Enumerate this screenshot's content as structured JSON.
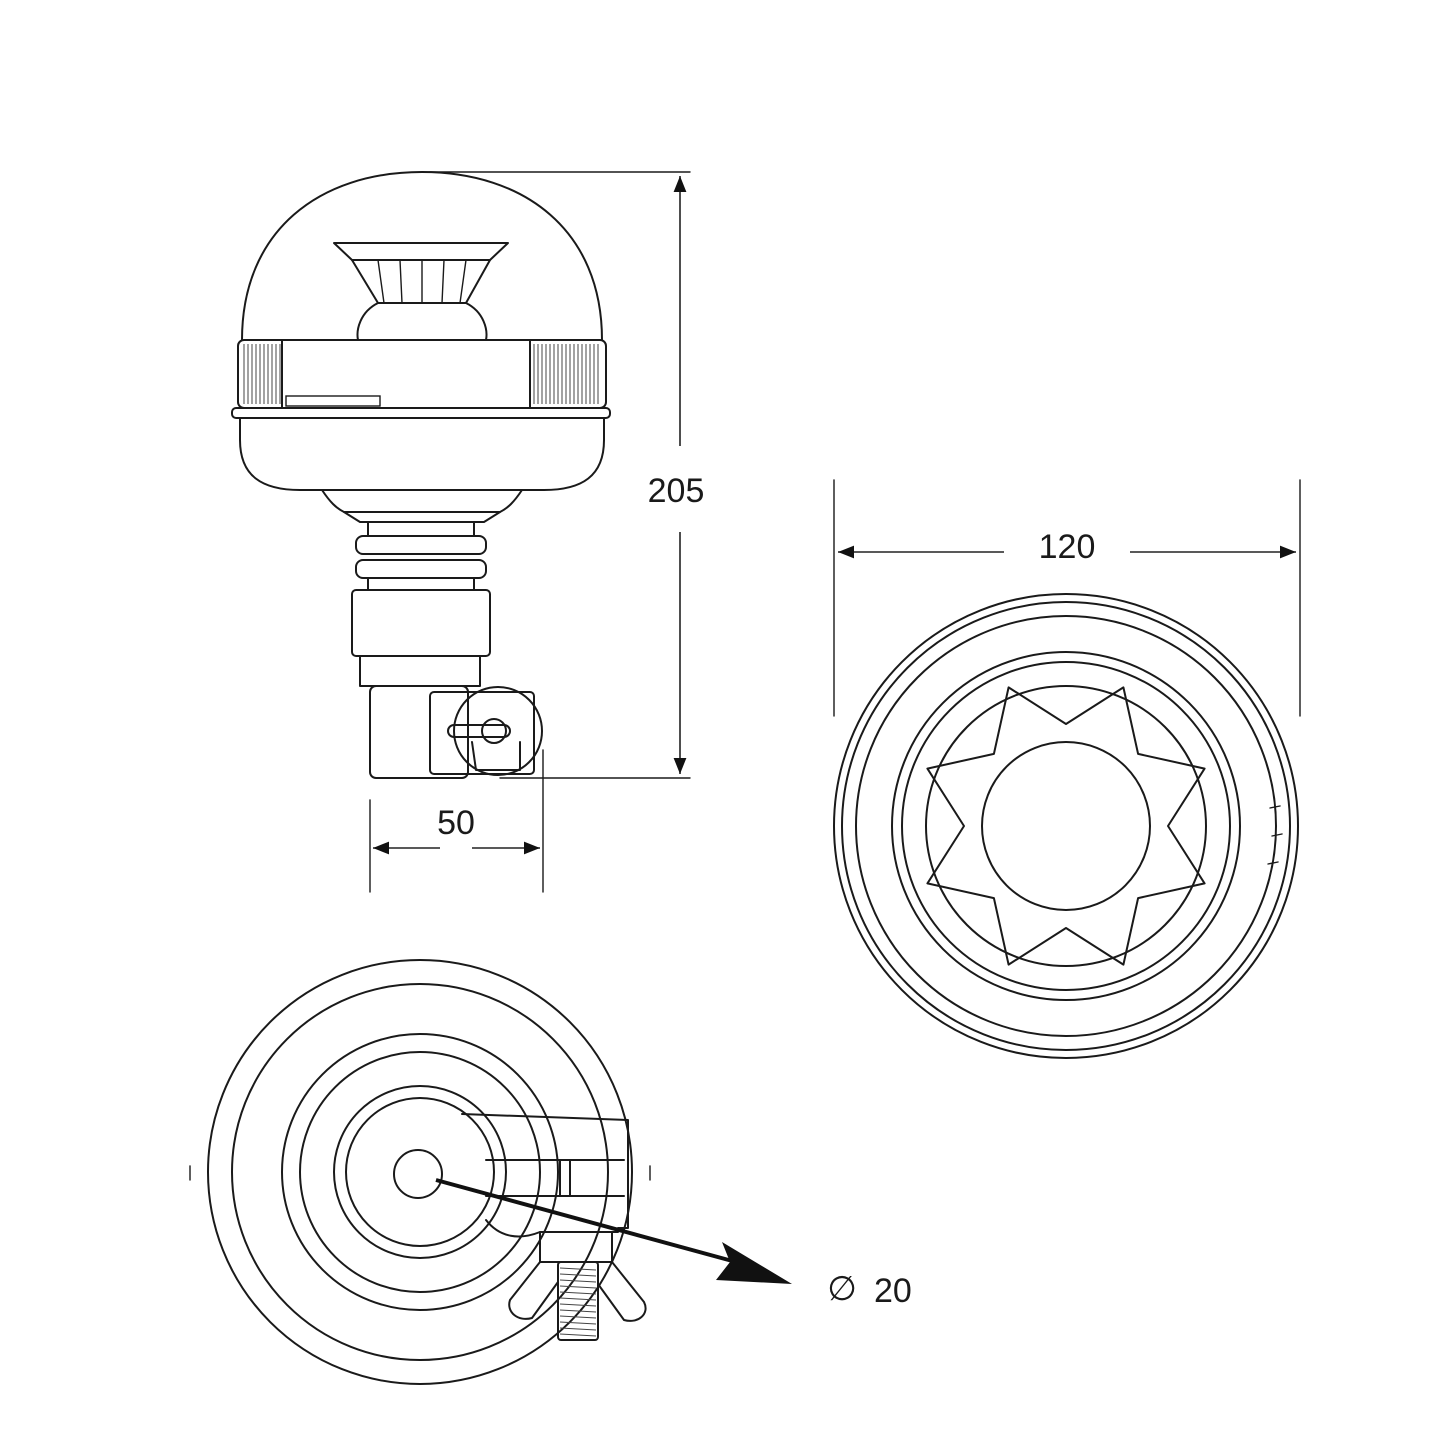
{
  "dimensions": {
    "height_label": "205",
    "diameter_label": "120",
    "mount_width_label": "50",
    "bore_symbol": "∅",
    "bore_label": "20"
  },
  "views": {
    "side": "side-view",
    "top": "top-view",
    "bottom": "bottom-view"
  }
}
